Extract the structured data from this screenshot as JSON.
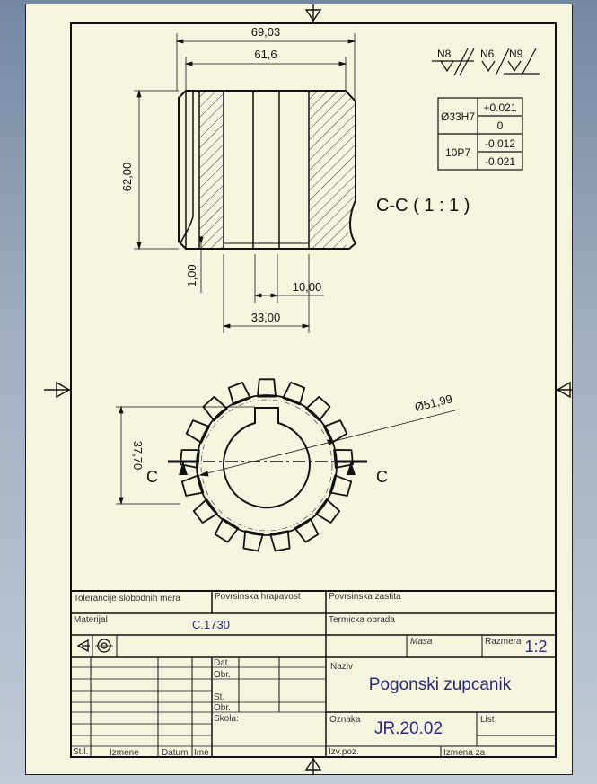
{
  "section_view": {
    "title": "C-C ( 1 : 1 )",
    "dims": {
      "overall_width": "69,03",
      "inner_width": "61,6",
      "height": "62,00",
      "chamfer": "1,00",
      "keyway": "10,00",
      "bore": "33,00"
    }
  },
  "surface_finish": {
    "labels": [
      "N8",
      "N6",
      "N9"
    ]
  },
  "tolerance_table": {
    "rows": [
      {
        "fit": "Ø33H7",
        "upper": "+0.021",
        "lower": "0"
      },
      {
        "fit": "10P7",
        "upper": "-0.012",
        "lower": "-0.021"
      }
    ]
  },
  "front_view": {
    "diameter": "Ø51,99",
    "keyway_depth": "37,70",
    "section_letter_left": "C",
    "section_letter_right": "C",
    "teeth": 17
  },
  "title_block": {
    "tolerance_label": "Tolerancije slobodnih mera",
    "roughness_label": "Povrsinska hrapavost",
    "protection_label": "Povrsinska zastita",
    "material_label": "Materijal",
    "material_value": "C.1730",
    "heat_label": "Termicka obrada",
    "mass_label": "Masa",
    "scale_label": "Razmera",
    "scale_value": "1:2",
    "date_label": "Dat.",
    "obr_label": "Obr.",
    "st_label": "St.",
    "obr2_label": "Obr.",
    "school_label": "Skola:",
    "name_label": "Naziv",
    "name_value": "Pogonski zupcanik",
    "mark_label": "Oznaka",
    "mark_value": "JR.20.02",
    "sheet_label": "List",
    "stl_label": "St.l.",
    "changes_label": "Izmene",
    "datum_label": "Datum",
    "ime_label": "Ime",
    "izvpoz_label": "Izv.poz.",
    "replace_label": "Izmena za"
  },
  "colors": {
    "paper": "#f5f4df",
    "ink": "#111111",
    "accent": "#2a2a7a"
  }
}
